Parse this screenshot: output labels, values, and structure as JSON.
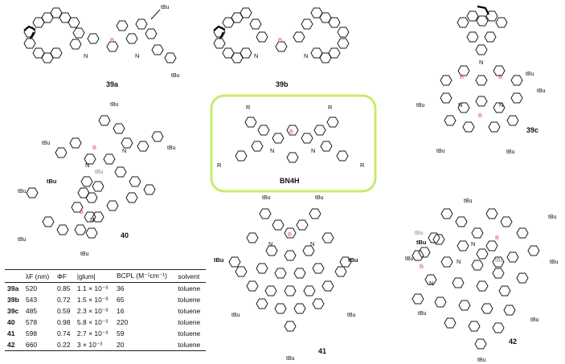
{
  "compounds": {
    "c39a": "39a",
    "c39b": "39b",
    "c39c": "39c",
    "c40": "40",
    "bn4h": "BN4H",
    "c41": "41",
    "c42": "42"
  },
  "atoms": {
    "boron": "B",
    "nitrogen": "N",
    "tbu": "tBu",
    "r": "R"
  },
  "colors": {
    "boron": "#e0449b",
    "highlight_box": "#c8ec6a",
    "helix_bold": "#000000"
  },
  "table": {
    "headers": [
      "",
      "λF (nm)",
      "ΦF",
      "|glum|",
      "BCPL (M⁻¹cm⁻¹)",
      "solvent"
    ],
    "rows": [
      [
        "39a",
        "520",
        "0.85",
        "1.1 × 10⁻³",
        "36",
        "toluene"
      ],
      [
        "39b",
        "543",
        "0.72",
        "1.5 × 10⁻³",
        "65",
        "toluene"
      ],
      [
        "39c",
        "485",
        "0.59",
        "2.3 × 10⁻³",
        "16",
        "toluene"
      ],
      [
        "40",
        "578",
        "0.98",
        "5.8 × 10⁻³",
        "220",
        "toluene"
      ],
      [
        "41",
        "598",
        "0.74",
        "2.7 × 10⁻³",
        "59",
        "toluene"
      ],
      [
        "42",
        "660",
        "0.22",
        "3 × 10⁻³",
        "20",
        "toluene"
      ]
    ]
  }
}
